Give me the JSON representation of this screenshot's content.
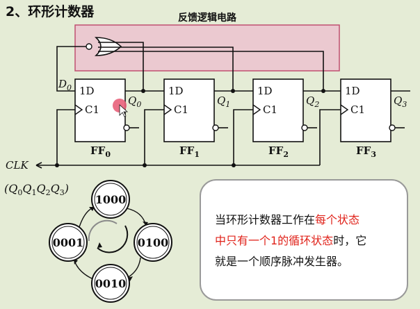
{
  "title": "2、环形计数器",
  "feedback_label": "反馈逻辑电路",
  "clock": "CLK",
  "d0": "D",
  "d0_sub": "0",
  "flipflops": [
    {
      "d": "1D",
      "c": "C1",
      "name": "FF",
      "sub": "0",
      "q": "Q",
      "qsub": "0"
    },
    {
      "d": "1D",
      "c": "C1",
      "name": "FF",
      "sub": "1",
      "q": "Q",
      "qsub": "1"
    },
    {
      "d": "1D",
      "c": "C1",
      "name": "FF",
      "sub": "2",
      "q": "Q",
      "qsub": "2"
    },
    {
      "d": "1D",
      "c": "C1",
      "name": "FF",
      "sub": "3",
      "q": "Q",
      "qsub": "3"
    }
  ],
  "state_tuple": {
    "open": "(",
    "vars": [
      "Q",
      "Q",
      "Q",
      "Q"
    ],
    "subs": [
      "0",
      "1",
      "2",
      "3"
    ],
    "close": ")"
  },
  "states": [
    "1000",
    "0100",
    "0010",
    "0001"
  ],
  "note": {
    "line1_plain": "当环形计数器工作在",
    "line1_red": "每个状态",
    "line2_red": "中只有一个1的循环状态",
    "line2_plain": "时，它",
    "line3": "就是一个顺序脉冲发生器。"
  },
  "colors": {
    "background": "#e5ecd6",
    "feedback_box": "#ebc9d0",
    "feedback_border": "#c05070",
    "highlight": "#e0221a",
    "cursor_dot": "#e8607a"
  }
}
